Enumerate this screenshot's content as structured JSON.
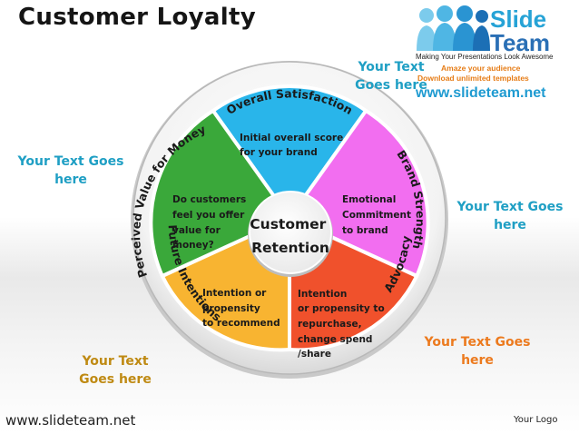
{
  "title": "Customer Loyalty",
  "logo": {
    "brand_line1": "Slide",
    "brand_line2": "Team",
    "tagline": "Making Your Presentations Look Awesome",
    "amaze": "Amaze your audience",
    "download": "Download unlimited templates",
    "url": "www.slideteam.net"
  },
  "center": {
    "line1": "Customer",
    "line2": "Retention"
  },
  "segments": {
    "top": {
      "lines": [
        "Initial overall score",
        "for your brand"
      ],
      "color": "#29b5ea"
    },
    "right": {
      "lines": [
        "Emotional",
        "Commitment",
        "to brand"
      ],
      "color": "#f26ef0"
    },
    "bottom_right": {
      "lines": [
        "Intention",
        "or propensity to",
        "repurchase,",
        "change spend",
        "/share"
      ],
      "color": "#f0512c"
    },
    "bottom_left": {
      "lines": [
        "Intention or",
        "propensity",
        "to recommend"
      ],
      "color": "#f8b431"
    },
    "left": {
      "lines": [
        "Do customers",
        "feel you offer",
        "value for",
        "money?"
      ],
      "color": "#3aa83a"
    }
  },
  "ring_labels": {
    "top": "Overall Satisfaction",
    "right": "Brand Strength",
    "bottom_right": "Future Intentions",
    "bottom_left": "Advocacy",
    "left": "Perceived Value for Money"
  },
  "notes": {
    "top_right": [
      "Your Text",
      "Goes here"
    ],
    "left": [
      "Your Text Goes",
      "here"
    ],
    "right": [
      "Your Text Goes",
      "here"
    ],
    "bottom_left": [
      "Your Text",
      "Goes here"
    ],
    "bottom_right": [
      "Your Text Goes",
      "here"
    ]
  },
  "footer": {
    "url": "www.slideteam.net",
    "logo": "Your Logo"
  }
}
